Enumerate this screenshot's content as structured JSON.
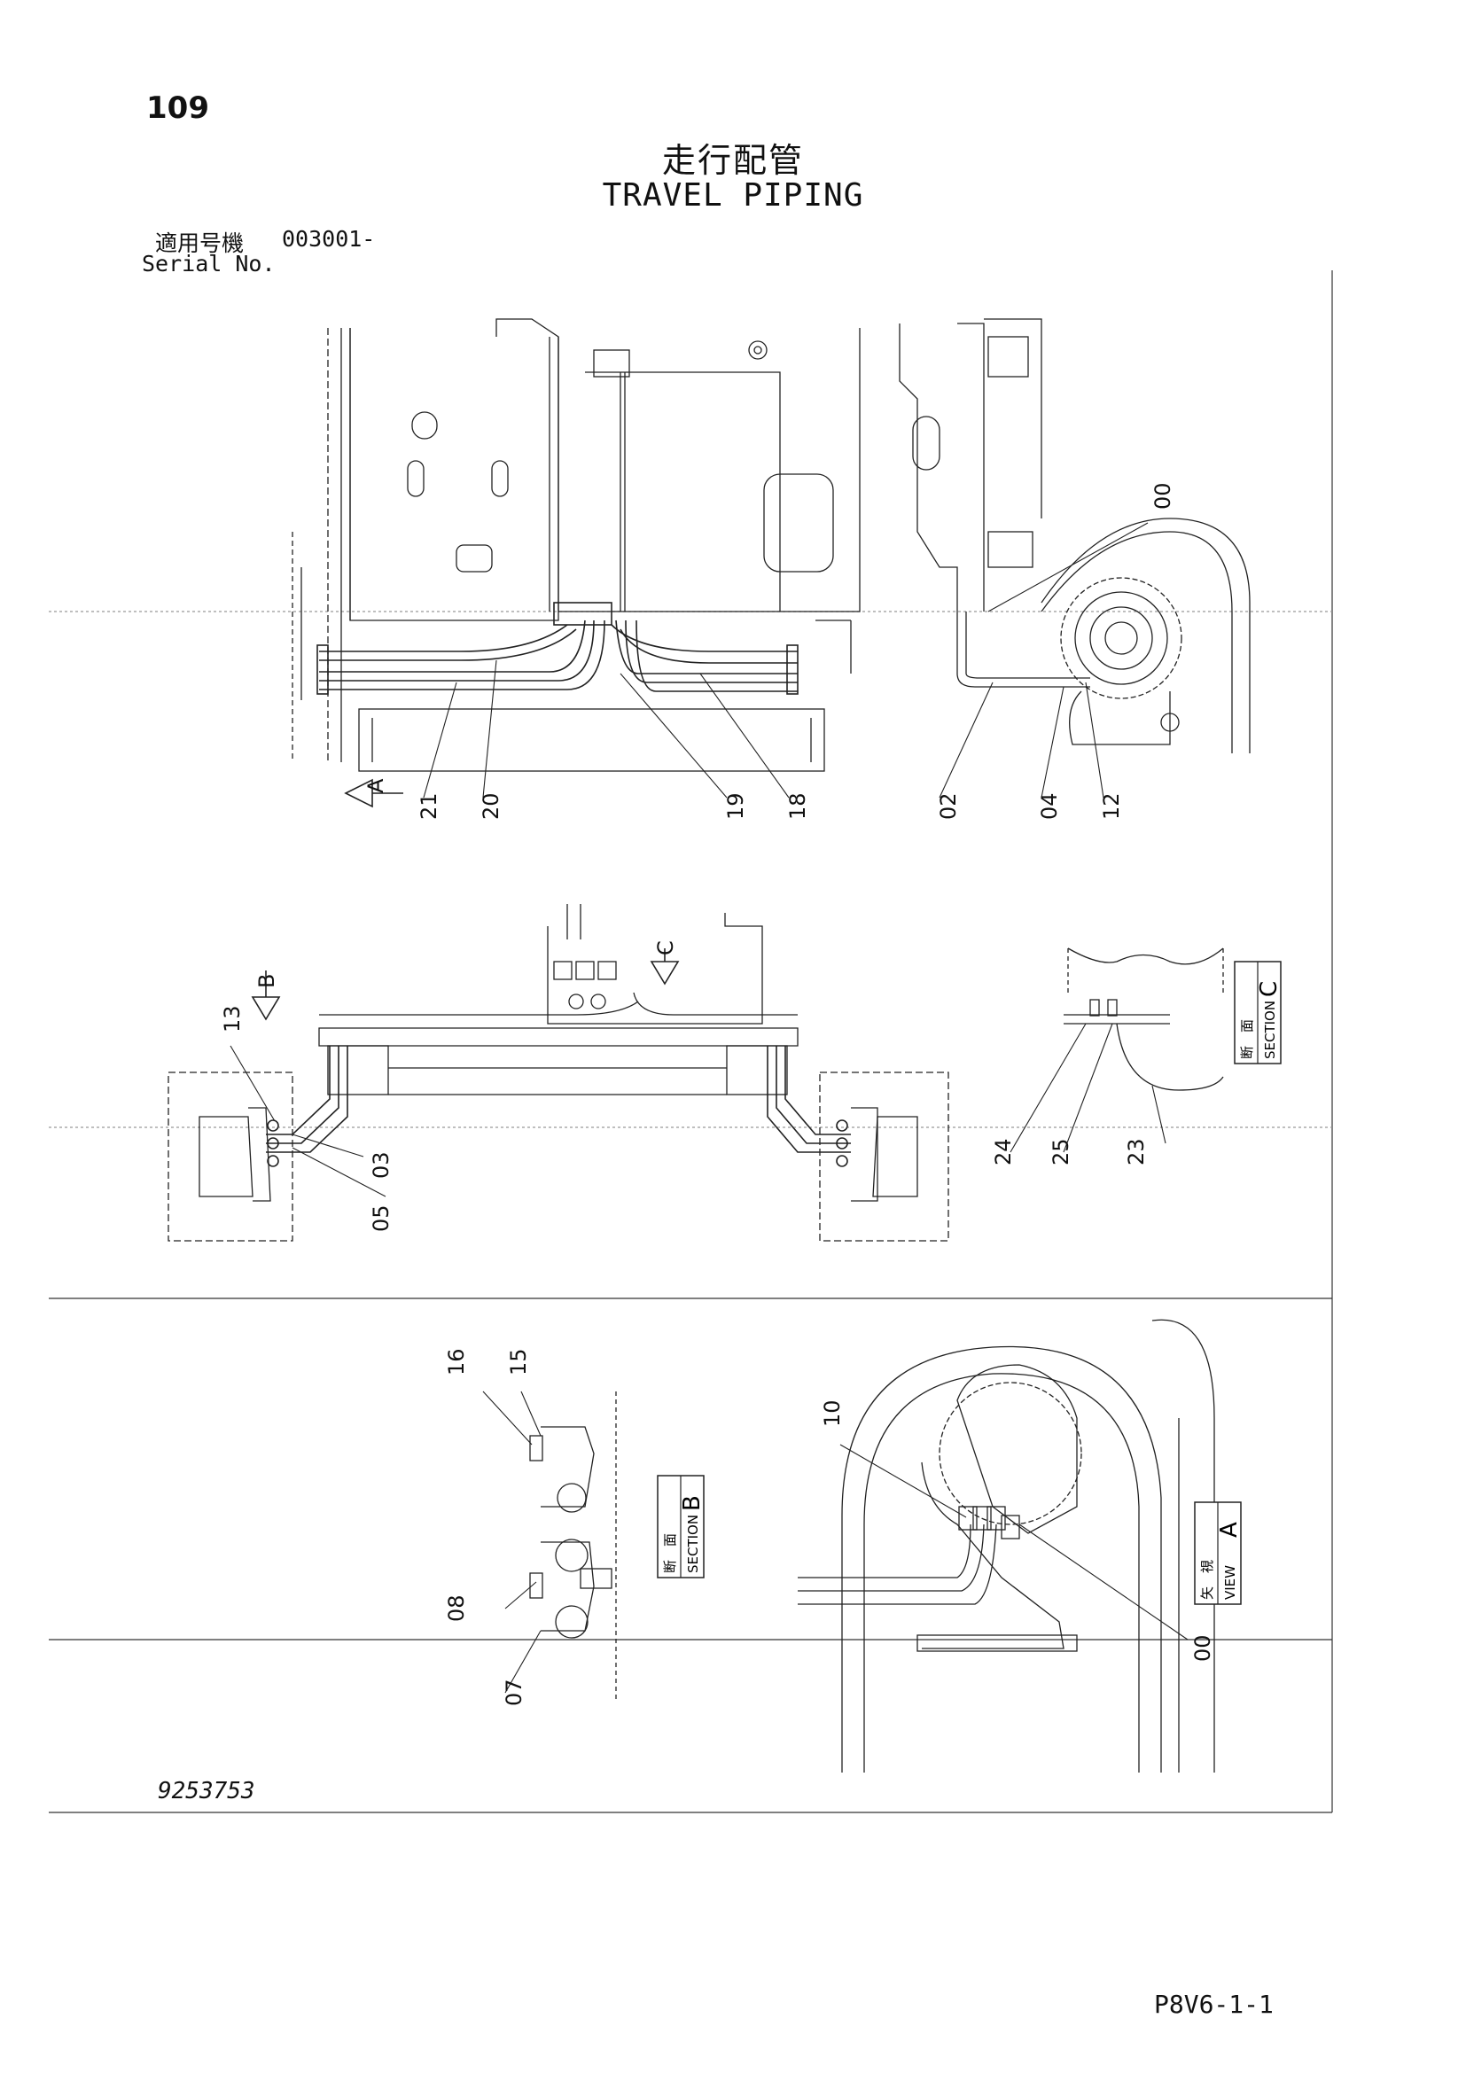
{
  "page_number": "109",
  "title_jp": "走行配管",
  "title_en": "TRAVEL PIPING",
  "serial_label_jp": "適用号機",
  "serial_value": "003001-",
  "serial_label_en": "Serial No.",
  "drawing_number": "9253753",
  "page_code": "P8V6-1-1",
  "view_marks": {
    "a": "A",
    "b": "B",
    "c": "C"
  },
  "section_b": {
    "jp": "断　面",
    "en": "SECTION",
    "letter": "B"
  },
  "section_c": {
    "jp": "断　面",
    "en": "SECTION",
    "letter": "C"
  },
  "view_a": {
    "jp": "矢　視",
    "en": "VIEW",
    "letter": "A"
  },
  "callouts": {
    "c21": "21",
    "c20": "20",
    "c19": "19",
    "c18": "18",
    "c02": "02",
    "c04": "04",
    "c12": "12",
    "c00top": "00",
    "c13": "13",
    "c03": "03",
    "c05": "05",
    "c24": "24",
    "c25": "25",
    "c23": "23",
    "c16": "16",
    "c15": "15",
    "c08": "08",
    "c07": "07",
    "c10": "10",
    "c00bot": "00"
  }
}
